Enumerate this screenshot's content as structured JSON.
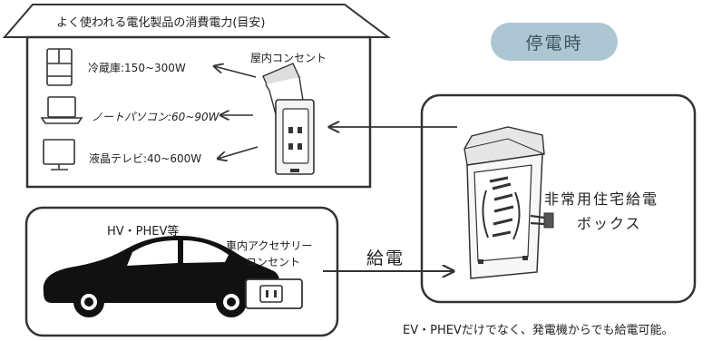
{
  "house": {
    "roof_title": "よく使われる電化製品の消費電力(目安)",
    "outlet_label": "屋内コンセント",
    "appliances": [
      {
        "label": "冷蔵庫:150~300W",
        "icon": "refrigerator-icon"
      },
      {
        "label": "ノートパソコン:60~90W",
        "icon": "laptop-icon"
      },
      {
        "label": "液晶テレビ:40~600W",
        "icon": "tv-icon"
      }
    ]
  },
  "status_badge": "停電時",
  "box": {
    "label_line1": "非常用住宅給電",
    "label_line2": "ボックス"
  },
  "car_panel": {
    "car_label": "HV・PHEV等",
    "outlet_label_line1": "車内アクセサリー",
    "outlet_label_line2": "コンセント"
  },
  "supply_label": "給電",
  "footnote": "EV・PHEVだけでなく、発電機からでも給電可能。"
}
